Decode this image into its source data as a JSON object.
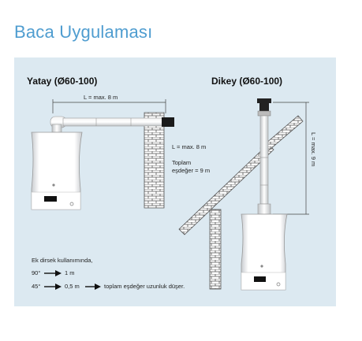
{
  "page": {
    "title": "Baca Uygulaması"
  },
  "horizontal": {
    "heading": "Yatay (Ø60-100)",
    "length_label": "L = max. 8 m",
    "note1": "L = max. 8 m",
    "note2": "Toplam",
    "note3": "eşdeğer = 9 m"
  },
  "vertical": {
    "heading": "Dikey (Ø60-100)",
    "length_label": "L = max. 9 m"
  },
  "footnote": {
    "line1": "Ek dirsek kullanımında,",
    "line2_a": "90°",
    "line2_b": "1 m",
    "line3_a": "45°",
    "line3_b": "0,5 m",
    "line3_c": "toplam eşdeğer uzunluk düşer."
  },
  "colors": {
    "title": "#4f9dd0",
    "panel": "#dce9f1",
    "brick": "#7a7a7a"
  }
}
